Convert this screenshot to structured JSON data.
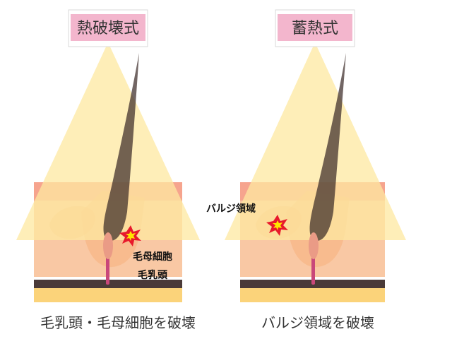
{
  "panels": [
    {
      "title": "熱破壊式",
      "labels": [
        "毛母細胞",
        "毛乳頭"
      ],
      "caption": "毛乳頭・毛母細胞を破壊"
    },
    {
      "title": "蓄熱式",
      "labels": [
        "バルジ領域"
      ],
      "caption": "バルジ領域を破壊"
    }
  ],
  "colors": {
    "title_box": "#f3b6cd",
    "light_cone": "#fde8a0",
    "skin_top": "#f6a48e",
    "skin_mid": "#f9c8a4",
    "dermis_band": "#4a3a38",
    "fat_layer": "#fbd37a",
    "hair": "#3c2b28",
    "papilla": "#ea9b86",
    "vessel": "#c9477a",
    "burst": "#e8192c",
    "burst_core": "#ffe600"
  },
  "icons": [
    "explosion-burst-icon"
  ]
}
